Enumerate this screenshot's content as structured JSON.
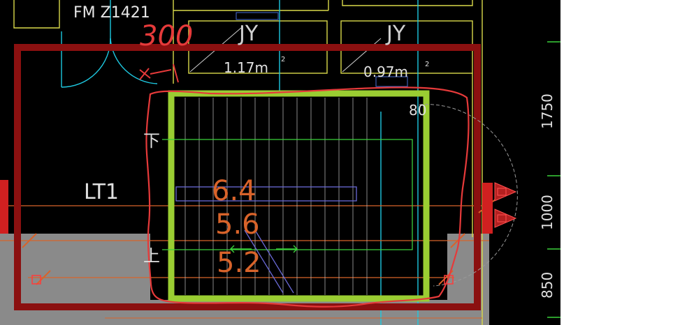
{
  "drawing": {
    "door_tag": "FM Z1421",
    "shaft_label_left": "JY",
    "shaft_label_right": "JY",
    "area_left": "1.17m",
    "area_right": "0.97m",
    "area_superscript": "2",
    "elevator_label": "LT1",
    "stair_down_label": "下",
    "stair_up_label": "上",
    "dim_80": "80",
    "level_upper": "6.4",
    "level_middle": "5.6",
    "level_lower": "5.2",
    "dim_right_top": "1750",
    "dim_right_middle": "1000",
    "dim_right_bottom": "850"
  },
  "annotations": {
    "handwritten_number": "300",
    "handwritten_cross": "×"
  },
  "colors": {
    "background": "#000000",
    "outer_frame": "#8b1010",
    "stair_frame": "#9acd32",
    "red_markup": "#e63a3a",
    "wall_line": "#d9d94a",
    "door_line": "#1ec8e0",
    "dimension_line": "#3ad13a",
    "hatch_grey": "#8a8a8a",
    "level_text": "#d8632a"
  }
}
